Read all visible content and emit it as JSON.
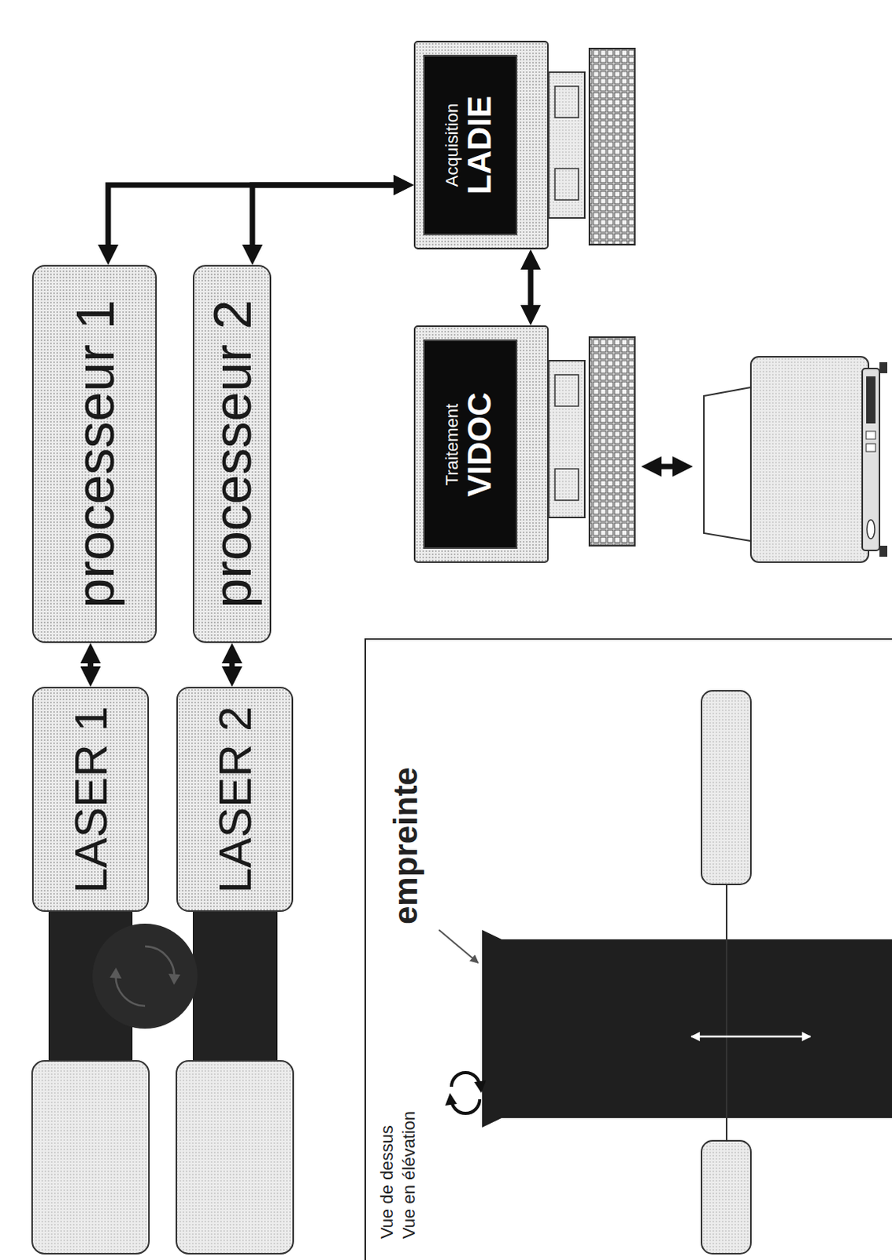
{
  "diagram": {
    "nodes": [
      {
        "text": [
          "LASER 1"
        ]
      },
      {
        "text": [
          "LASER 2"
        ]
      },
      {
        "text": [
          "processeur 1"
        ]
      },
      {
        "text": [
          "processeur 2"
        ]
      },
      {
        "text": [
          "Acquisition",
          "LADIE"
        ]
      },
      {
        "text": [
          "Traitement",
          "VIDOC"
        ]
      }
    ],
    "edges": [
      {
        "from": 0,
        "to": 2,
        "arrow": "both"
      },
      {
        "from": 1,
        "to": 3,
        "arrow": "both"
      },
      {
        "from": 2,
        "to": 4,
        "arrow": "both"
      },
      {
        "from": 3,
        "to": 4,
        "arrow": "both"
      },
      {
        "from": 4,
        "to": 5,
        "arrow": "both"
      }
    ],
    "labels": [
      "Vue de dessus",
      "Vue en élévation",
      "empreinte"
    ]
  }
}
